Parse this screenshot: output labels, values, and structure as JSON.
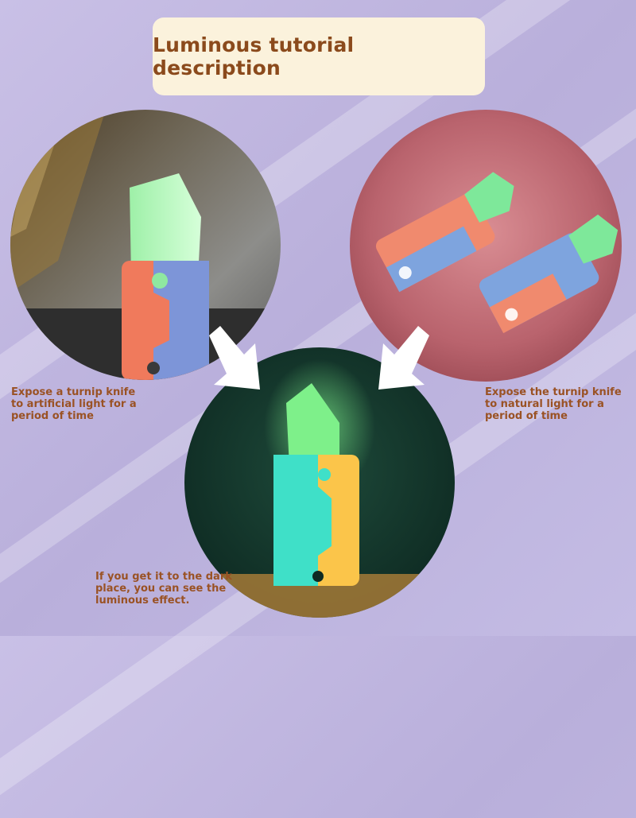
{
  "title": "Luminous tutorial description",
  "captions": {
    "artificial_light": "Expose a turnip knife to artificial light for a period of time",
    "natural_light": "Expose the turnip knife to natural light for a period of time",
    "dark_place": "If you get it to the dark place, you can see the luminous effect."
  },
  "colors": {
    "title_text": "#8b4a1c",
    "caption_text": "#9a5224",
    "title_box": "#fbf2dc",
    "glow_blade": "#7ef08a",
    "background": "#c4bce4"
  }
}
